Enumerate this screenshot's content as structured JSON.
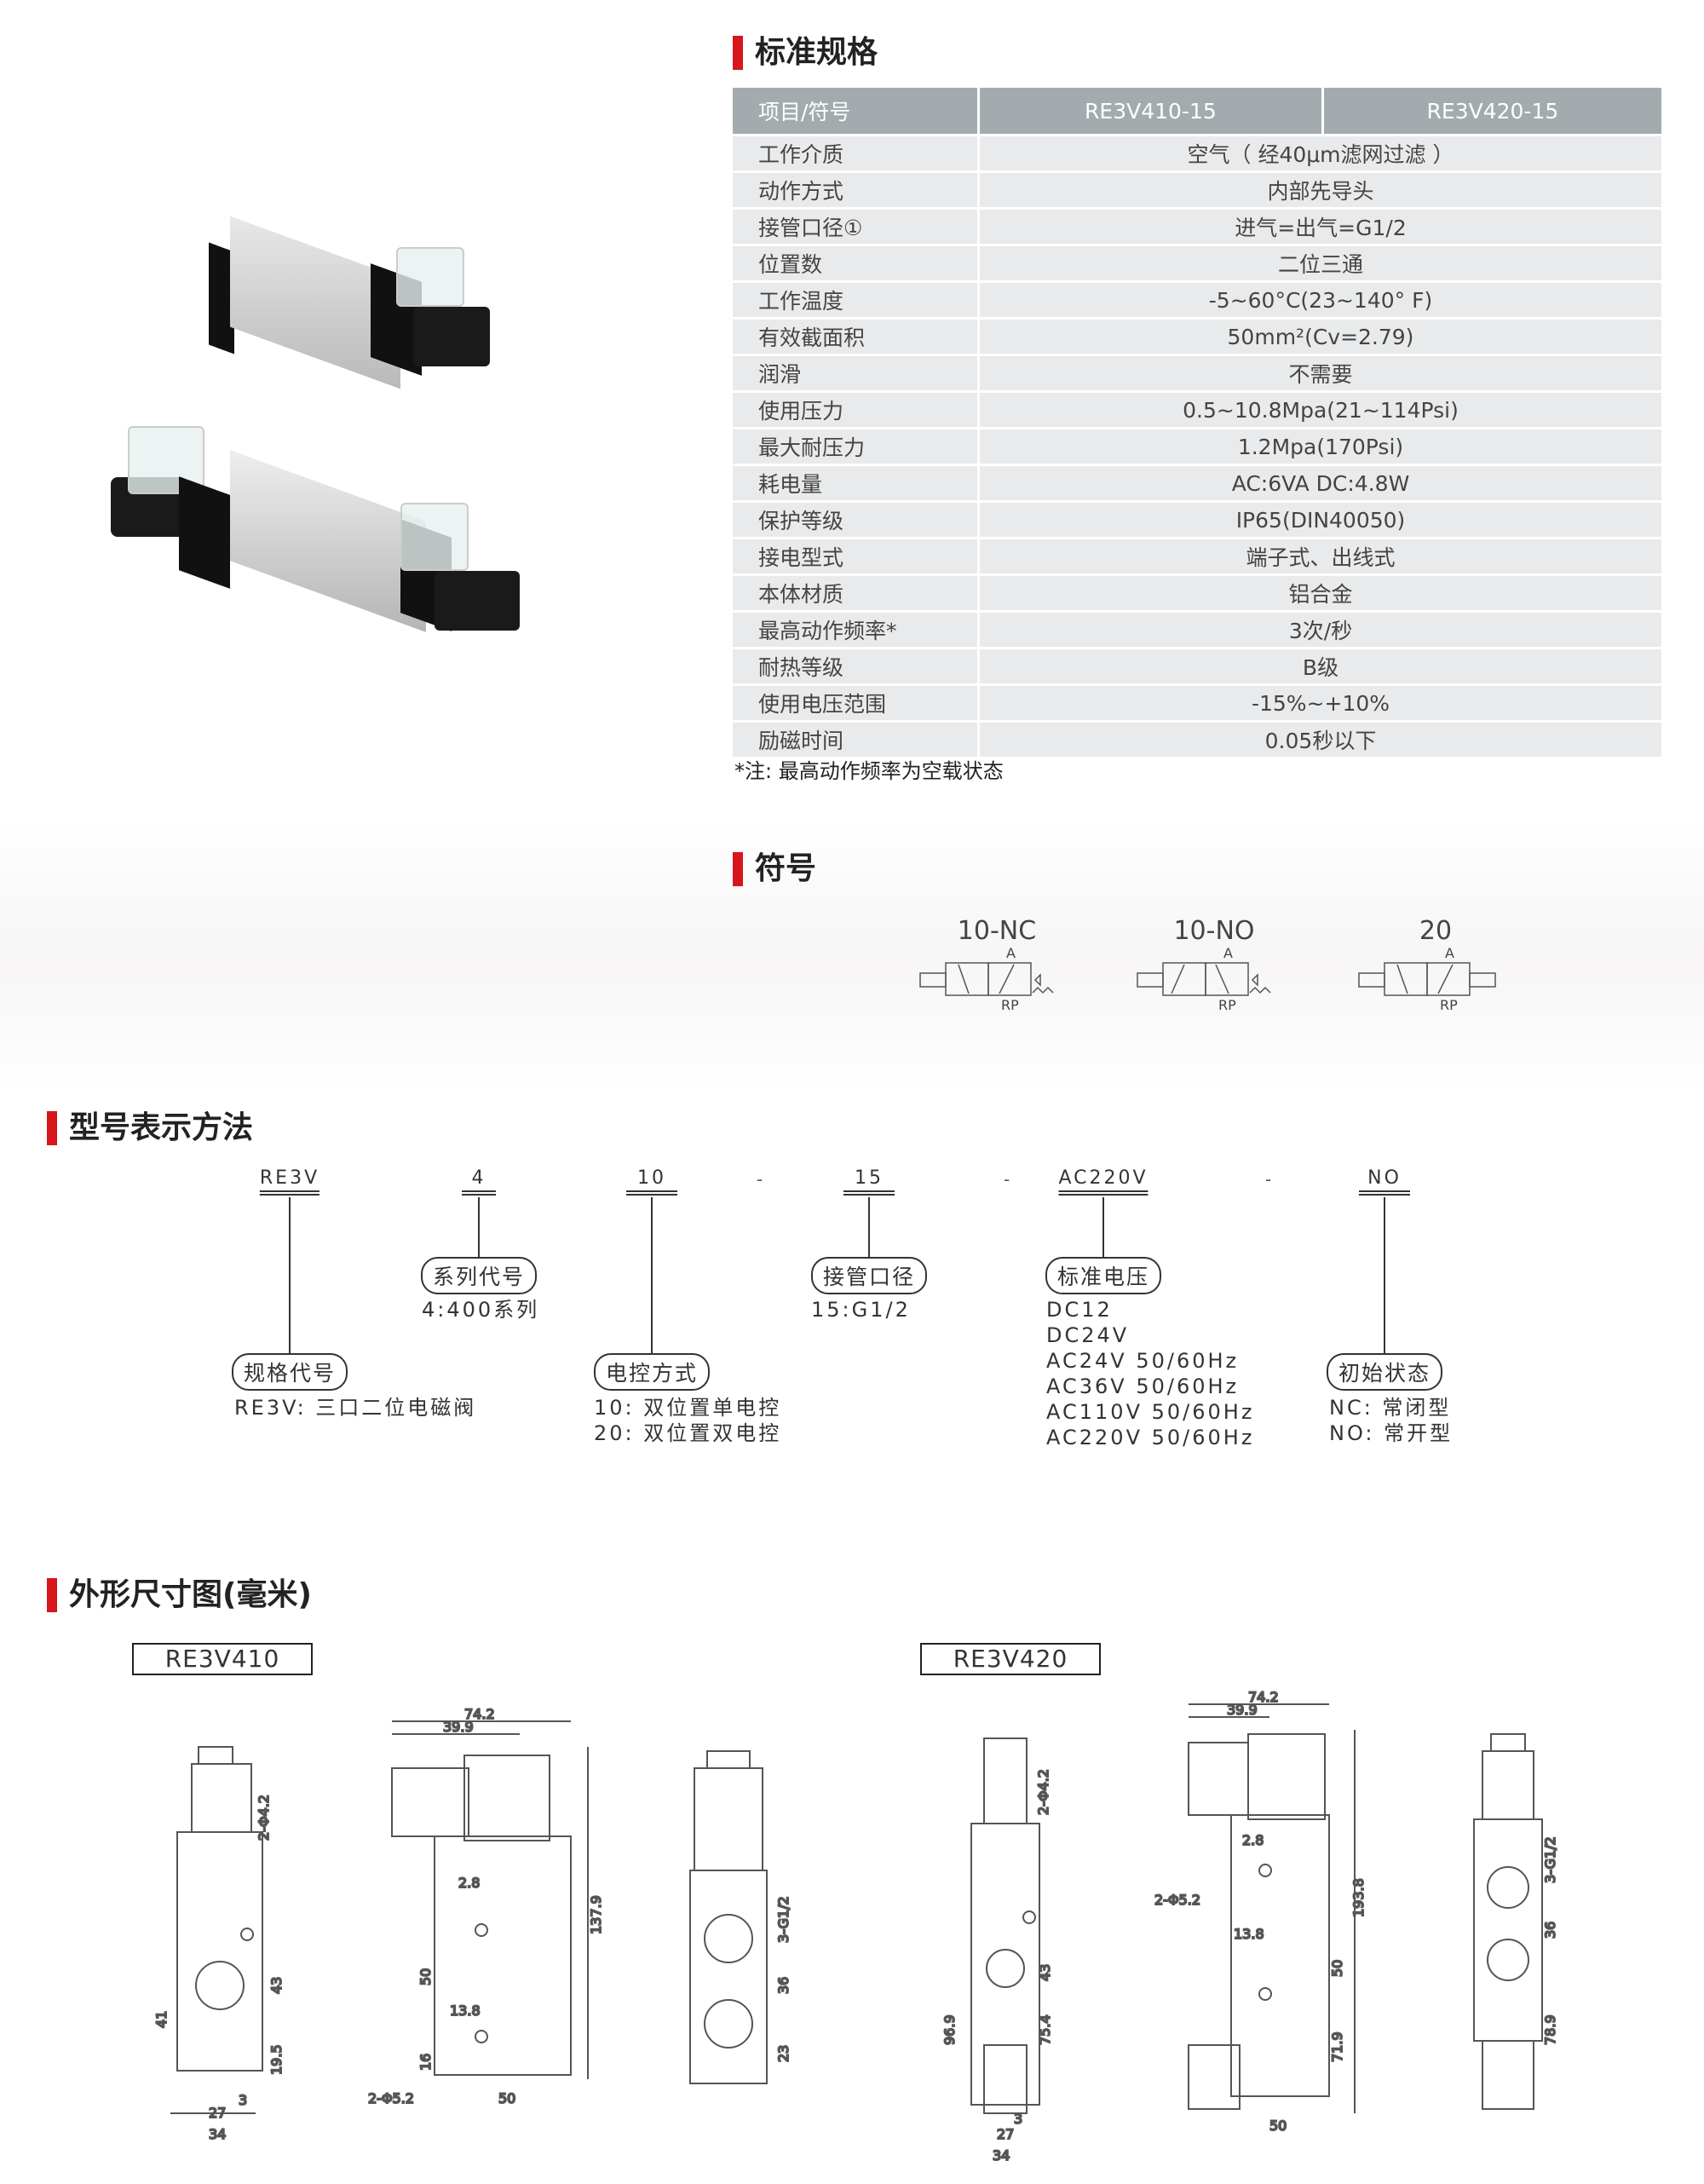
{
  "spec": {
    "title": "标准规格",
    "headers": [
      "项目/符号",
      "RE3V410-15",
      "RE3V420-15"
    ],
    "rows": [
      [
        "工作介质",
        "空气（ 经40μm滤网过滤 ）"
      ],
      [
        "动作方式",
        "内部先导头"
      ],
      [
        "接管口径①",
        "进气=出气=G1/2"
      ],
      [
        "位置数",
        "二位三通"
      ],
      [
        "工作温度",
        "-5~60°C(23~140° F)"
      ],
      [
        "有效截面积",
        "50mm²(Cv=2.79)"
      ],
      [
        "润滑",
        "不需要"
      ],
      [
        "使用压力",
        "0.5~10.8Mpa(21~114Psi)"
      ],
      [
        "最大耐压力",
        "1.2Mpa(170Psi)"
      ],
      [
        "耗电量",
        "AC:6VA   DC:4.8W"
      ],
      [
        "保护等级",
        "IP65(DIN40050)"
      ],
      [
        "接电型式",
        "端子式、出线式"
      ],
      [
        "本体材质",
        "铝合金"
      ],
      [
        "最高动作频率*",
        "3次/秒"
      ],
      [
        "耐热等级",
        "B级"
      ],
      [
        "使用电压范围",
        "-15%~+10%"
      ],
      [
        "励磁时间",
        "0.05秒以下"
      ]
    ],
    "note": "*注: 最高动作频率为空载状态"
  },
  "symbols": {
    "title": "符号",
    "items": [
      "10-NC",
      "10-NO",
      "20"
    ],
    "port_a": "A",
    "port_rp": "RP"
  },
  "model": {
    "title": "型号表示方法",
    "codes": [
      "RE3V",
      "4",
      "10",
      "15",
      "AC220V",
      "NO"
    ],
    "sep": "-",
    "labels": {
      "series": "系列代号",
      "port": "接管口径",
      "voltage": "标准电压",
      "spec": "规格代号",
      "control": "电控方式",
      "state": "初始状态"
    },
    "series_desc": "4:400系列",
    "port_desc": "15:G1/2",
    "voltages": [
      "DC12",
      "DC24V",
      "AC24V 50/60Hz",
      "AC36V 50/60Hz",
      "AC110V 50/60Hz",
      "AC220V 50/60Hz"
    ],
    "spec_desc": "RE3V: 三口二位电磁阀",
    "control_desc": [
      "10: 双位置单电控",
      "20: 双位置双电控"
    ],
    "state_desc": [
      "NC: 常闭型",
      "NO: 常开型"
    ]
  },
  "dims": {
    "title": "外形尺寸图(毫米)",
    "m1": "RE3V410",
    "m2": "RE3V420",
    "d410": {
      "a": "2-Φ4.2",
      "b": "43",
      "c": "19.5",
      "d": "41",
      "e": "27",
      "f": "3",
      "g": "34",
      "h": "74.2",
      "i": "39.9",
      "j": "2.8",
      "k": "137.9",
      "l": "50",
      "m": "13.8",
      "n": "16",
      "o": "2-Φ5.2",
      "p": "50",
      "q": "3-G1/2",
      "r": "36",
      "s": "23"
    },
    "d420": {
      "a": "2-Φ4.2",
      "b": "43",
      "c": "75.4",
      "d": "96.9",
      "e": "27",
      "f": "3",
      "g": "34",
      "h": "74.2",
      "i": "39.9",
      "j": "2.8",
      "k": "193.8",
      "l": "2-Φ5.2",
      "m": "13.8",
      "n": "50",
      "o": "71.9",
      "p": "50",
      "q": "3-G1/2",
      "r": "36",
      "s": "78.9"
    }
  }
}
